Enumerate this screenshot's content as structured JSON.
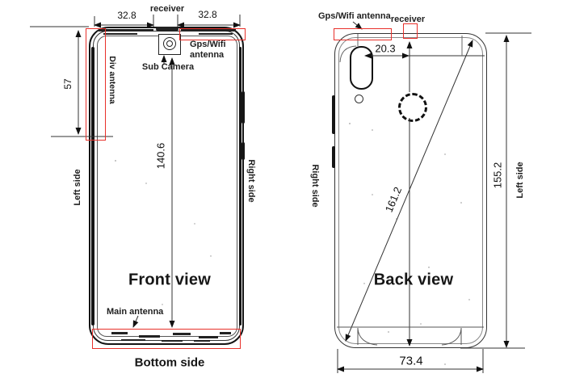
{
  "front_view": {
    "title": "Front view",
    "caption": "Bottom side",
    "receiver_label": "receiver",
    "gps_wifi_label": "Gps/Wifi antenna",
    "sub_camera_label": "Sub Camera",
    "div_antenna_label": "Div antenna",
    "main_antenna_label": "Main antenna",
    "left_side_label": "Left side",
    "right_side_label": "Right side",
    "dim_top_left": "32.8",
    "dim_top_right": "32.8",
    "dim_upper_height": "57",
    "dim_display_height": "140.6"
  },
  "back_view": {
    "title": "Back view",
    "gps_wifi_label": "Gps/Wifi antenna",
    "receiver_label": "receiver",
    "right_side_label": "Right side",
    "left_side_label": "Left side",
    "dim_camera_offset": "20.3",
    "dim_diagonal": "161.2",
    "dim_height": "155.2",
    "dim_width": "73.4"
  },
  "colors": {
    "antenna_highlight": "#e8302a",
    "drawing_line": "#1a1a1a"
  }
}
